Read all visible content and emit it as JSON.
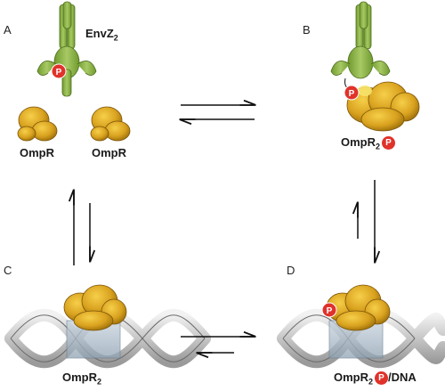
{
  "panels": {
    "a": {
      "letter": "A",
      "envz": {
        "name": "EnvZ",
        "sub": "2"
      },
      "ompr_left": "OmpR",
      "ompr_right": "OmpR"
    },
    "b": {
      "letter": "B",
      "label": {
        "name": "OmpR",
        "sub": "2"
      }
    },
    "c": {
      "letter": "C",
      "label": {
        "name": "OmpR",
        "sub": "2"
      }
    },
    "d": {
      "letter": "D",
      "label": {
        "name": "OmpR",
        "sub": "2",
        "suffix": "/DNA"
      }
    }
  },
  "phospho_symbol": "P",
  "colors": {
    "histidine_kinase": "#8cb24a",
    "response_regulator": "#d9a21f",
    "phosphate": "#e0322b",
    "dna": "#c9c9c9",
    "arrow": "#111111"
  }
}
